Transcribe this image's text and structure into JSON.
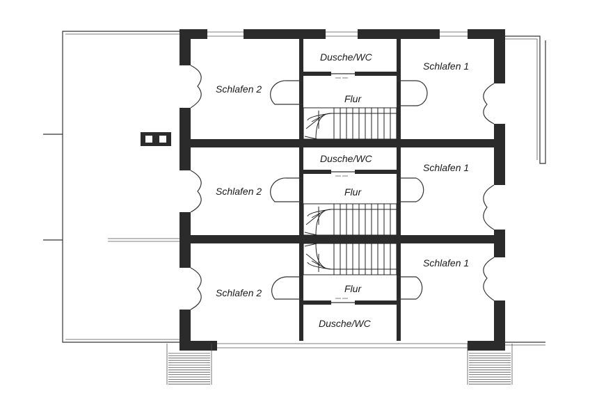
{
  "floorplan": {
    "units": [
      {
        "schlafen_2": "Schlafen 2",
        "dusche_wc": "Dusche/WC",
        "flur": "Flur",
        "schlafen_1": "Schlafen 1"
      },
      {
        "schlafen_2": "Schlafen 2",
        "dusche_wc": "Dusche/WC",
        "flur": "Flur",
        "schlafen_1": "Schlafen 1"
      },
      {
        "schlafen_2": "Schlafen 2",
        "dusche_wc": "Dusche/WC",
        "flur": "Flur",
        "schlafen_1": "Schlafen 1"
      }
    ],
    "colors": {
      "wall": "#2b2b2b",
      "line": "#333333",
      "background": "#ffffff"
    }
  }
}
